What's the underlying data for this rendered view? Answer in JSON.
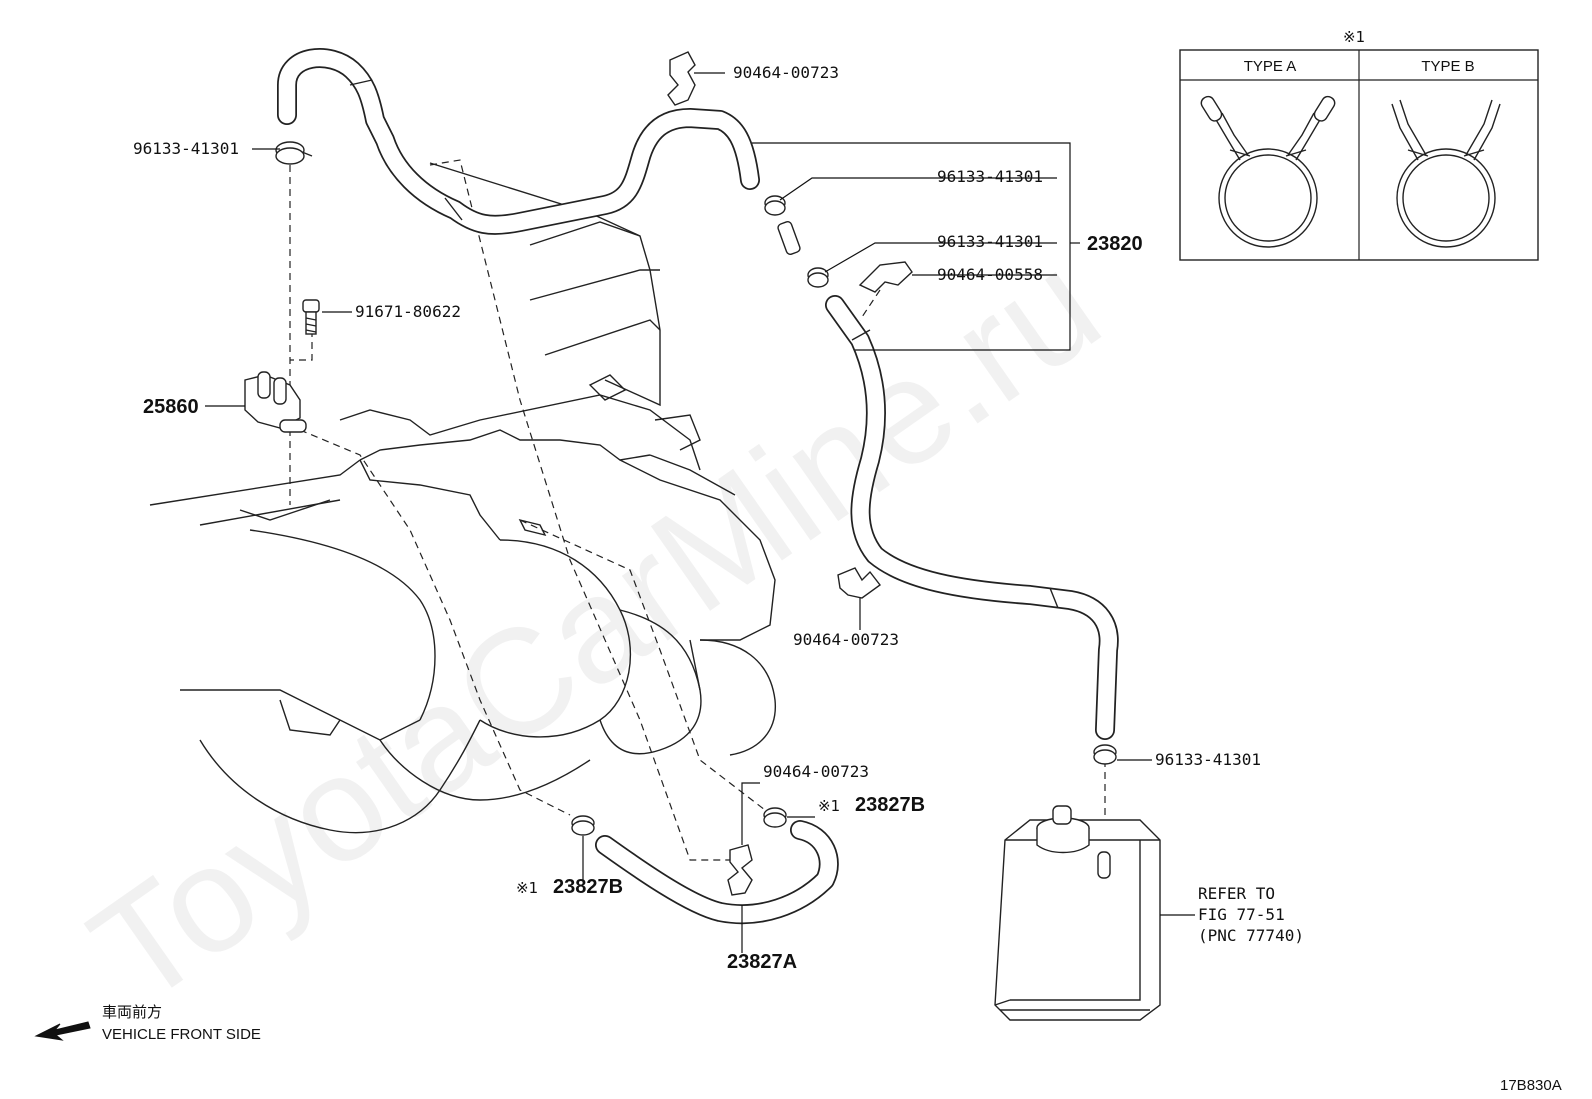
{
  "watermark": "ToyotaCarMine.ru",
  "callouts": {
    "clamp_top_left": "96133-41301",
    "clip_top": "90464-00723",
    "clamp_right_1": "96133-41301",
    "clamp_right_2": "96133-41301",
    "clip_right": "90464-00558",
    "assembly": "23820",
    "bolt": "91671-80622",
    "vsv": "25860",
    "clip_mid": "90464-00723",
    "clamp_canister": "96133-41301",
    "clip_lower": "90464-00723",
    "hose_b_right_mark": "※1",
    "hose_b_right": "23827B",
    "hose_b_left_mark": "※1",
    "hose_b_left": "23827B",
    "hose_a": "23827A"
  },
  "refer": {
    "line1": "REFER TO",
    "line2": "FIG 77-51",
    "line3": "(PNC 77740)"
  },
  "inset": {
    "note": "※1",
    "col_a": "TYPE A",
    "col_b": "TYPE B"
  },
  "direction": {
    "jp": "車両前方",
    "en": "VEHICLE FRONT SIDE"
  },
  "figure_code": "17B830A"
}
